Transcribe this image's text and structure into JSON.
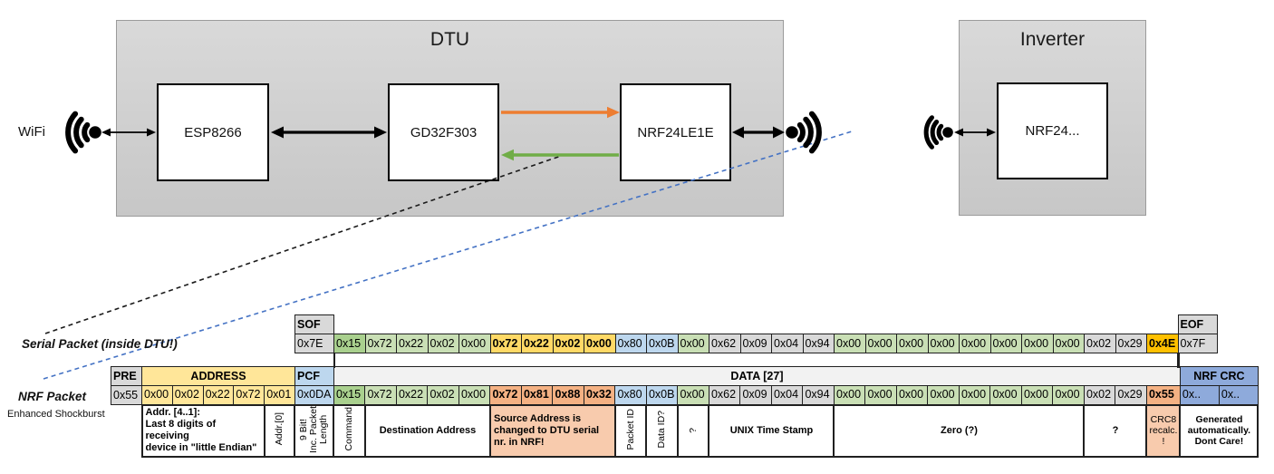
{
  "diagram": {
    "wifi_label": "WiFi",
    "dtu": {
      "title": "DTU",
      "chips": [
        "ESP8266",
        "GD32F303",
        "NRF24LE1E"
      ]
    },
    "inverter": {
      "title": "Inverter",
      "chip": "NRF24..."
    },
    "colors": {
      "uart_tx_arrow": "#ED7D31",
      "uart_rx_arrow": "#70AD47",
      "radio_link_dash": "#4472C4",
      "serial_link_dash": "#1a1a1a",
      "highlight_yellow": "#FFD966",
      "highlight_orange": "#F4B183",
      "highlight_gold": "#FFC000",
      "field_blue": "#BDD7EE",
      "crc_blue": "#8EAADB",
      "field_green": "#C9DFB5",
      "command_green": "#A9D08E",
      "field_gray": "#D9D9D9"
    }
  },
  "serial_packet": {
    "label": "Serial Packet (inside DTU!)",
    "sof": {
      "header": "SOF",
      "value": "0x7E"
    },
    "eof": {
      "header": "EOF",
      "value": "0x7F"
    },
    "bytes": [
      {
        "v": "0x15",
        "c": "dg"
      },
      {
        "v": "0x72",
        "c": "lg"
      },
      {
        "v": "0x22",
        "c": "lg"
      },
      {
        "v": "0x02",
        "c": "lg"
      },
      {
        "v": "0x00",
        "c": "lg"
      },
      {
        "v": "0x72",
        "c": "y"
      },
      {
        "v": "0x22",
        "c": "y"
      },
      {
        "v": "0x02",
        "c": "y"
      },
      {
        "v": "0x00",
        "c": "y"
      },
      {
        "v": "0x80",
        "c": "b"
      },
      {
        "v": "0x0B",
        "c": "b"
      },
      {
        "v": "0x00",
        "c": "lg"
      },
      {
        "v": "0x62",
        "c": "g"
      },
      {
        "v": "0x09",
        "c": "g"
      },
      {
        "v": "0x04",
        "c": "g"
      },
      {
        "v": "0x94",
        "c": "g"
      },
      {
        "v": "0x00",
        "c": "lg"
      },
      {
        "v": "0x00",
        "c": "lg"
      },
      {
        "v": "0x00",
        "c": "lg"
      },
      {
        "v": "0x00",
        "c": "lg"
      },
      {
        "v": "0x00",
        "c": "lg"
      },
      {
        "v": "0x00",
        "c": "lg"
      },
      {
        "v": "0x00",
        "c": "lg"
      },
      {
        "v": "0x00",
        "c": "lg"
      },
      {
        "v": "0x02",
        "c": "g"
      },
      {
        "v": "0x29",
        "c": "g"
      },
      {
        "v": "0x4E",
        "c": "gold"
      }
    ]
  },
  "nrf_packet": {
    "label": "NRF Packet",
    "sublabel": "Enhanced Shockburst",
    "pre": {
      "header": "PRE",
      "value": "0x55"
    },
    "address": {
      "header": "ADDRESS",
      "values": [
        "0x00",
        "0x02",
        "0x22",
        "0x72",
        "0x01"
      ]
    },
    "pcf": {
      "header": "PCF",
      "value": "0x0DA"
    },
    "data_header": "DATA [27]",
    "bytes": [
      {
        "v": "0x15",
        "c": "dg"
      },
      {
        "v": "0x72",
        "c": "lg"
      },
      {
        "v": "0x22",
        "c": "lg"
      },
      {
        "v": "0x02",
        "c": "lg"
      },
      {
        "v": "0x00",
        "c": "lg"
      },
      {
        "v": "0x72",
        "c": "o"
      },
      {
        "v": "0x81",
        "c": "o"
      },
      {
        "v": "0x88",
        "c": "o"
      },
      {
        "v": "0x32",
        "c": "o"
      },
      {
        "v": "0x80",
        "c": "b"
      },
      {
        "v": "0x0B",
        "c": "b"
      },
      {
        "v": "0x00",
        "c": "lg"
      },
      {
        "v": "0x62",
        "c": "g"
      },
      {
        "v": "0x09",
        "c": "g"
      },
      {
        "v": "0x04",
        "c": "g"
      },
      {
        "v": "0x94",
        "c": "g"
      },
      {
        "v": "0x00",
        "c": "lg"
      },
      {
        "v": "0x00",
        "c": "lg"
      },
      {
        "v": "0x00",
        "c": "lg"
      },
      {
        "v": "0x00",
        "c": "lg"
      },
      {
        "v": "0x00",
        "c": "lg"
      },
      {
        "v": "0x00",
        "c": "lg"
      },
      {
        "v": "0x00",
        "c": "lg"
      },
      {
        "v": "0x00",
        "c": "lg"
      },
      {
        "v": "0x02",
        "c": "g"
      },
      {
        "v": "0x29",
        "c": "g"
      },
      {
        "v": "0x55",
        "c": "o"
      }
    ],
    "crc": {
      "header": "NRF CRC",
      "values": [
        "0x..",
        "0x.."
      ]
    },
    "annotations": [
      {
        "text": "Addr. [4..1]:\nLast 8 digits of receiving\ndevice in \"little Endian\"",
        "span": 4,
        "style": "left"
      },
      {
        "text": "Addr.[0]",
        "span": 1,
        "style": "vert"
      },
      {
        "text": "9 Bit!\nInc. Packet\nLength",
        "span": 1,
        "style": "vert"
      },
      {
        "text": "Command",
        "span": 1,
        "style": "vert"
      },
      {
        "text": "Destination Address",
        "span": 4,
        "style": "center"
      },
      {
        "text": "Source Address is\nchanged to DTU serial\nnr. in NRF!",
        "span": 4,
        "style": "left-orange"
      },
      {
        "text": "Packet ID",
        "span": 1,
        "style": "vert"
      },
      {
        "text": "Data ID?",
        "span": 1,
        "style": "vert"
      },
      {
        "text": "?",
        "span": 1,
        "style": "vert"
      },
      {
        "text": "UNIX Time Stamp",
        "span": 4,
        "style": "center"
      },
      {
        "text": "Zero (?)",
        "span": 8,
        "style": "center"
      },
      {
        "text": "?",
        "span": 2,
        "style": "center"
      },
      {
        "text": "CRC8\nrecalc.\n!",
        "span": 1,
        "style": "small-orange"
      },
      {
        "text": "Generated\nautomatically.\nDont Care!",
        "span": 2,
        "style": "small"
      }
    ]
  }
}
